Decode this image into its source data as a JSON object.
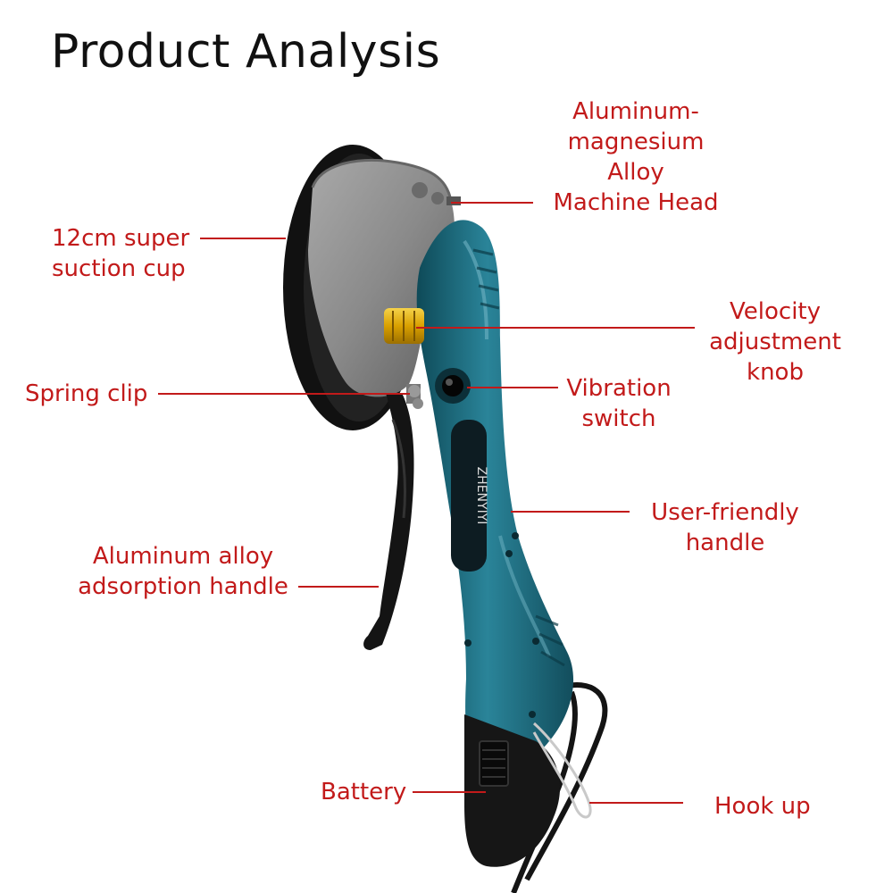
{
  "title": "Product Analysis",
  "labels": {
    "head": [
      "Aluminum-",
      "magnesium",
      "Alloy",
      "Machine Head"
    ],
    "suction": [
      "12cm super",
      "suction cup"
    ],
    "velocity": [
      "Velocity",
      "adjustment",
      "knob"
    ],
    "spring": [
      "Spring clip"
    ],
    "vibration": [
      "Vibration",
      "switch"
    ],
    "handle_friendly": [
      "User-friendly",
      "handle"
    ],
    "adsorption": [
      "Aluminum alloy",
      "adsorption handle"
    ],
    "battery": [
      "Battery"
    ],
    "hook": [
      "Hook up"
    ]
  },
  "device_branding": "ZHENYIYI",
  "colors": {
    "label": "#c21a1a",
    "body_teal": "#1f6e80",
    "head_grey": "#8c8c8c",
    "knob_gold": "#e0a400"
  }
}
